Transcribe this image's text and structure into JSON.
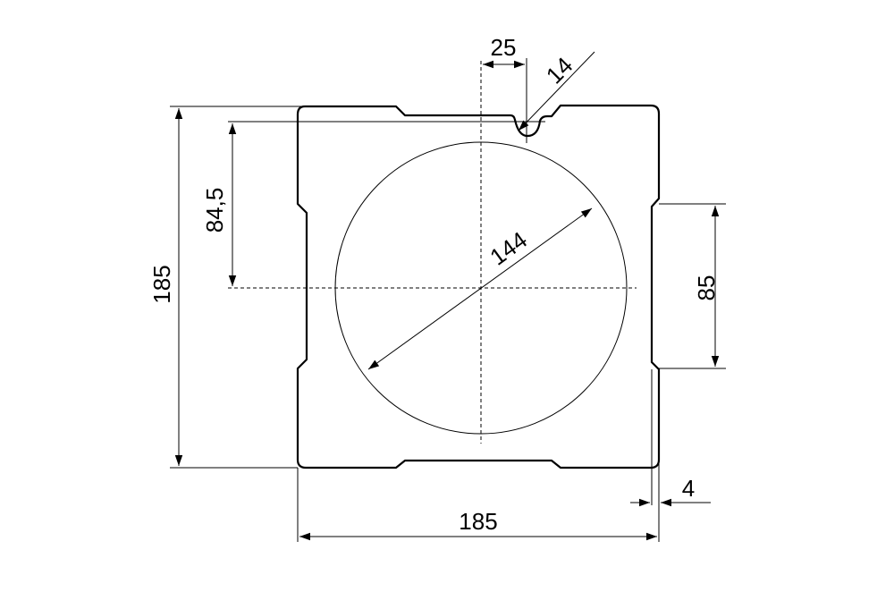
{
  "dimensions": {
    "height_overall": "185",
    "width_overall": "185",
    "center_offset": "84,5",
    "side_recess": "85",
    "recess_depth": "4",
    "notch_offset": "25",
    "notch_size": "14",
    "circle_diameter": "144"
  },
  "colors": {
    "line": "#000000",
    "background": "#ffffff"
  }
}
